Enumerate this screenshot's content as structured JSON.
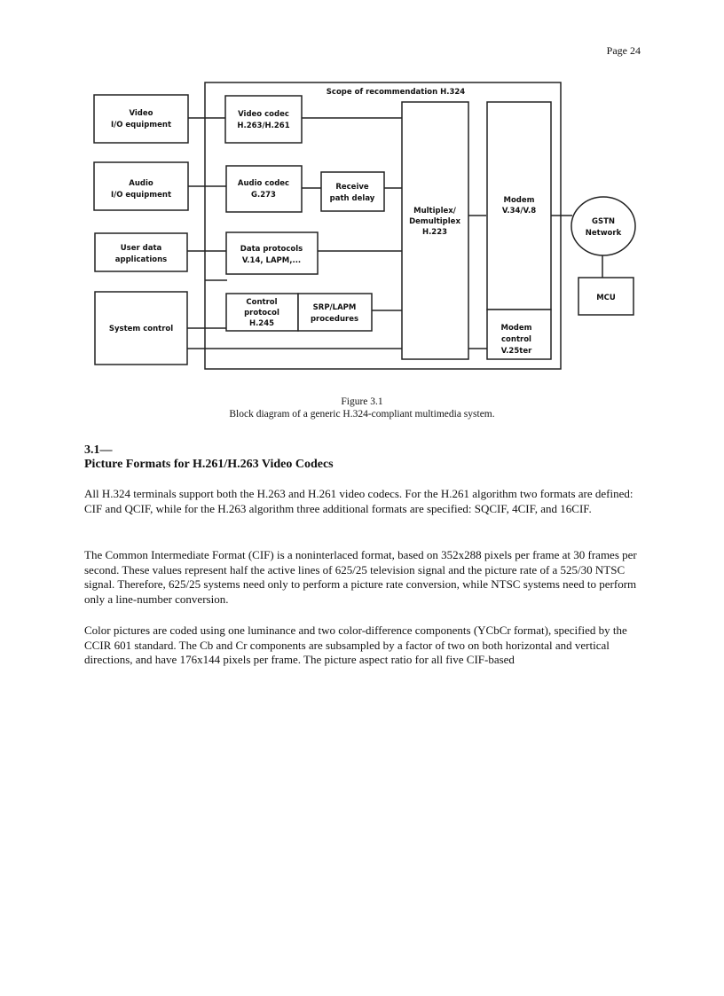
{
  "page": {
    "number": "Page 24"
  },
  "diagram": {
    "scope_label": "Scope of recommendation H.324",
    "video_io": [
      "Video",
      "I/O equipment"
    ],
    "audio_io": [
      "Audio",
      "I/O equipment"
    ],
    "user_data": [
      "User data",
      "applications"
    ],
    "system_control": [
      "System control"
    ],
    "video_codec": [
      "Video codec",
      "H.263/H.261"
    ],
    "audio_codec": [
      "Audio codec",
      "G.273"
    ],
    "receive_delay": [
      "Receive",
      "path delay"
    ],
    "data_protocols": [
      "Data protocols",
      "V.14, LAPM,..."
    ],
    "control_protocol": [
      "Control",
      "protocol",
      "H.245"
    ],
    "srp_lapm": [
      "SRP/LAPM",
      "procedures"
    ],
    "multiplex": [
      "Multiplex/",
      "Demultiplex",
      "H.223"
    ],
    "modem": [
      "Modem",
      "V.34/V.8"
    ],
    "modem_control": [
      "Modem",
      "control",
      "V.25ter"
    ],
    "gstn": [
      "GSTN",
      "Network"
    ],
    "mcu": [
      "MCU"
    ]
  },
  "figure": {
    "number": "Figure 3.1",
    "caption": "Block diagram of a generic H.324-compliant multimedia system."
  },
  "section": {
    "number": "3.1—",
    "title": "Picture Formats for H.261/H.263 Video Codecs",
    "paragraphs": [
      "All H.324 terminals support both the H.263 and H.261 video codecs. For the H.261 algorithm two formats are defined: CIF and QCIF, while for the H.263 algorithm three additional formats are specified: SQCIF, 4CIF, and 16CIF.",
      "The Common Intermediate Format (CIF) is a noninterlaced format, based on 352x288 pixels per frame at 30 frames per second. These values represent half the active lines of 625/25 television signal and the picture rate of a 525/30 NTSC signal. Therefore, 625/25 systems need only to perform a picture rate conversion, while NTSC systems need to perform only a line-number conversion.",
      "Color pictures are coded using one luminance and two color-difference components (YCbCr format), specified by the CCIR 601 standard. The Cb and Cr components are subsampled by a factor of two on both horizontal and vertical directions, and have 176x144 pixels per frame. The picture aspect ratio for all five CIF-based"
    ]
  }
}
